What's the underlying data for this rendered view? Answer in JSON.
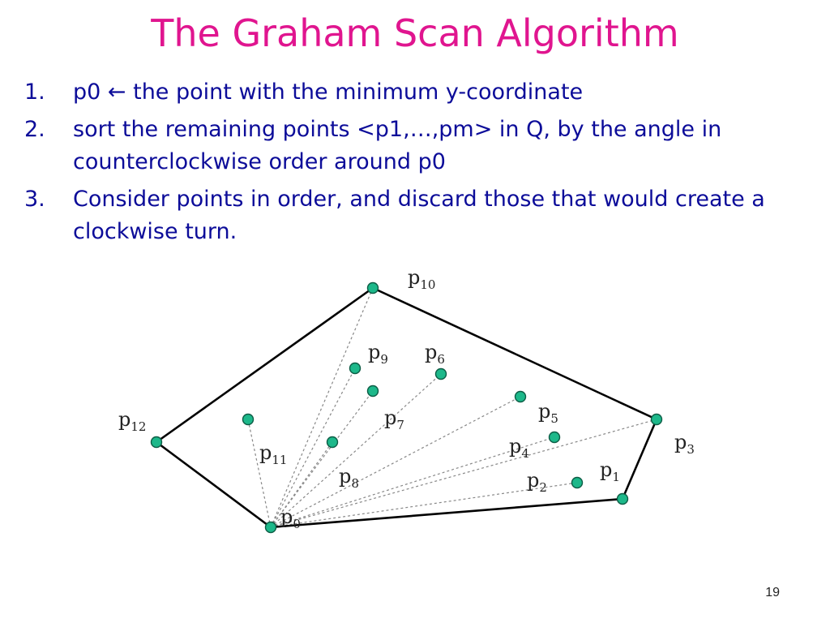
{
  "slide": {
    "title": "The Graham Scan Algorithm",
    "page_number": "19"
  },
  "steps": [
    {
      "num": "1.",
      "text": "p0 ← the point with the minimum y-coordinate"
    },
    {
      "num": "2.",
      "text": "sort the remaining points <p1,…,pm> in Q, by the angle in counterclockwise order around p0"
    },
    {
      "num": "3.",
      "text": "Consider points in order, and discard those that would create a clockwise turn."
    }
  ],
  "diagram": {
    "point_color": "#1db88a",
    "hull_color": "#000000",
    "ray_color": "#888888",
    "points": [
      {
        "id": "p0",
        "label": "p",
        "sub": "0"
      },
      {
        "id": "p1",
        "label": "p",
        "sub": "1"
      },
      {
        "id": "p2",
        "label": "p",
        "sub": "2"
      },
      {
        "id": "p3",
        "label": "p",
        "sub": "3"
      },
      {
        "id": "p4",
        "label": "p",
        "sub": "4"
      },
      {
        "id": "p5",
        "label": "p",
        "sub": "5"
      },
      {
        "id": "p6",
        "label": "p",
        "sub": "6"
      },
      {
        "id": "p7",
        "label": "p",
        "sub": "7"
      },
      {
        "id": "p8",
        "label": "p",
        "sub": "8"
      },
      {
        "id": "p9",
        "label": "p",
        "sub": "9"
      },
      {
        "id": "p10",
        "label": "p",
        "sub": "10"
      },
      {
        "id": "p11",
        "label": "p",
        "sub": "11"
      },
      {
        "id": "p12",
        "label": "p",
        "sub": "12"
      }
    ],
    "hull": [
      "p0",
      "p1",
      "p3",
      "p10",
      "p12"
    ]
  }
}
